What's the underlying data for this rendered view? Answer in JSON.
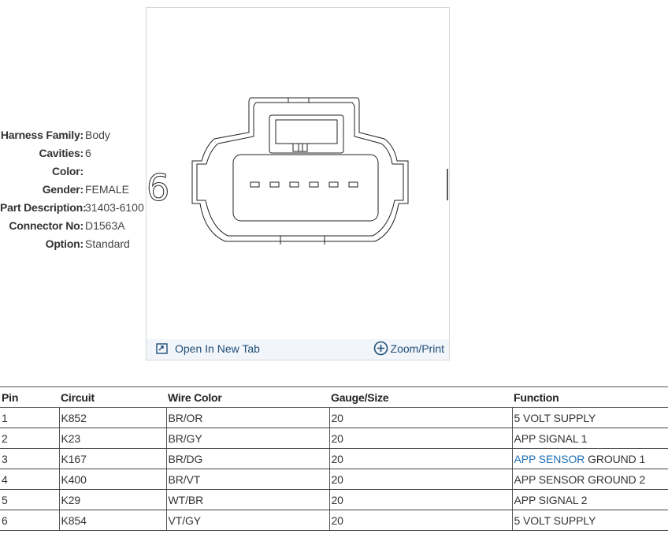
{
  "specs": [
    {
      "label": "Harness Family:",
      "value": "Body"
    },
    {
      "label": "Cavities:",
      "value": "6"
    },
    {
      "label": "Color:",
      "value": ""
    },
    {
      "label": "Gender:",
      "value": "FEMALE"
    },
    {
      "label": "Part Description:",
      "value": "31403-6100"
    },
    {
      "label": "Connector No:",
      "value": "D1563A"
    },
    {
      "label": "Option:",
      "value": "Standard"
    }
  ],
  "diagram": {
    "cavity_label": "6"
  },
  "viewer": {
    "open_tab_label": "Open In New Tab",
    "zoom_label": "Zoom/Print"
  },
  "table": {
    "headers": [
      "Pin",
      "Circuit",
      "Wire Color",
      "Gauge/Size",
      "Function"
    ],
    "rows": [
      {
        "pin": "1",
        "circuit": "K852",
        "wire": "BR/OR",
        "gauge": "20",
        "function_link": "",
        "function_text": "5 VOLT SUPPLY"
      },
      {
        "pin": "2",
        "circuit": "K23",
        "wire": "BR/GY",
        "gauge": "20",
        "function_link": "",
        "function_text": "APP SIGNAL 1"
      },
      {
        "pin": "3",
        "circuit": "K167",
        "wire": "BR/DG",
        "gauge": "20",
        "function_link": "APP SENSOR",
        "function_text": " GROUND 1"
      },
      {
        "pin": "4",
        "circuit": "K400",
        "wire": "BR/VT",
        "gauge": "20",
        "function_link": "",
        "function_text": "APP SENSOR GROUND 2"
      },
      {
        "pin": "5",
        "circuit": "K29",
        "wire": "WT/BR",
        "gauge": "20",
        "function_link": "",
        "function_text": "APP SIGNAL 2"
      },
      {
        "pin": "6",
        "circuit": "K854",
        "wire": "VT/GY",
        "gauge": "20",
        "function_link": "",
        "function_text": "5 VOLT SUPPLY"
      }
    ]
  }
}
